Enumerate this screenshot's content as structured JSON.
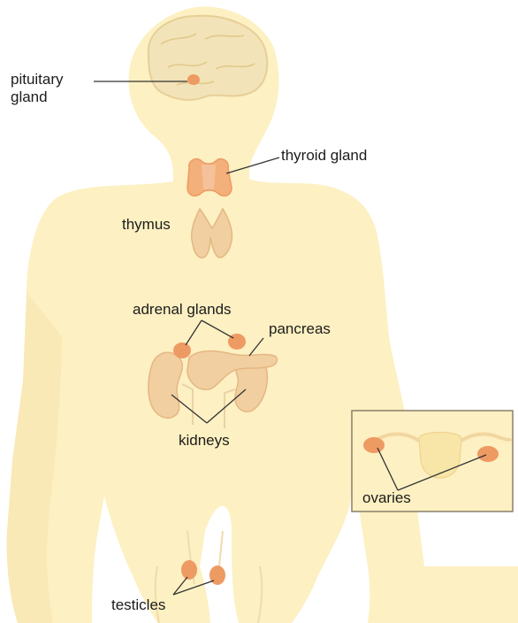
{
  "labels": {
    "pituitary_line1": "pituitary",
    "pituitary_line2": "gland",
    "thyroid": "thyroid gland",
    "thymus": "thymus",
    "adrenal": "adrenal glands",
    "pancreas": "pancreas",
    "kidneys": "kidneys",
    "ovaries": "ovaries",
    "testicles": "testicles"
  },
  "colors": {
    "body_fill": "#fdf0c2",
    "body_shade": "#f6e3ae",
    "organ_fill": "#f4b07a",
    "organ_dark": "#ee9a63",
    "brain_fill": "#f3e3b8",
    "line_color": "#333333",
    "inset_border": "#8a7f6a",
    "text_color": "#1c1c1c"
  }
}
